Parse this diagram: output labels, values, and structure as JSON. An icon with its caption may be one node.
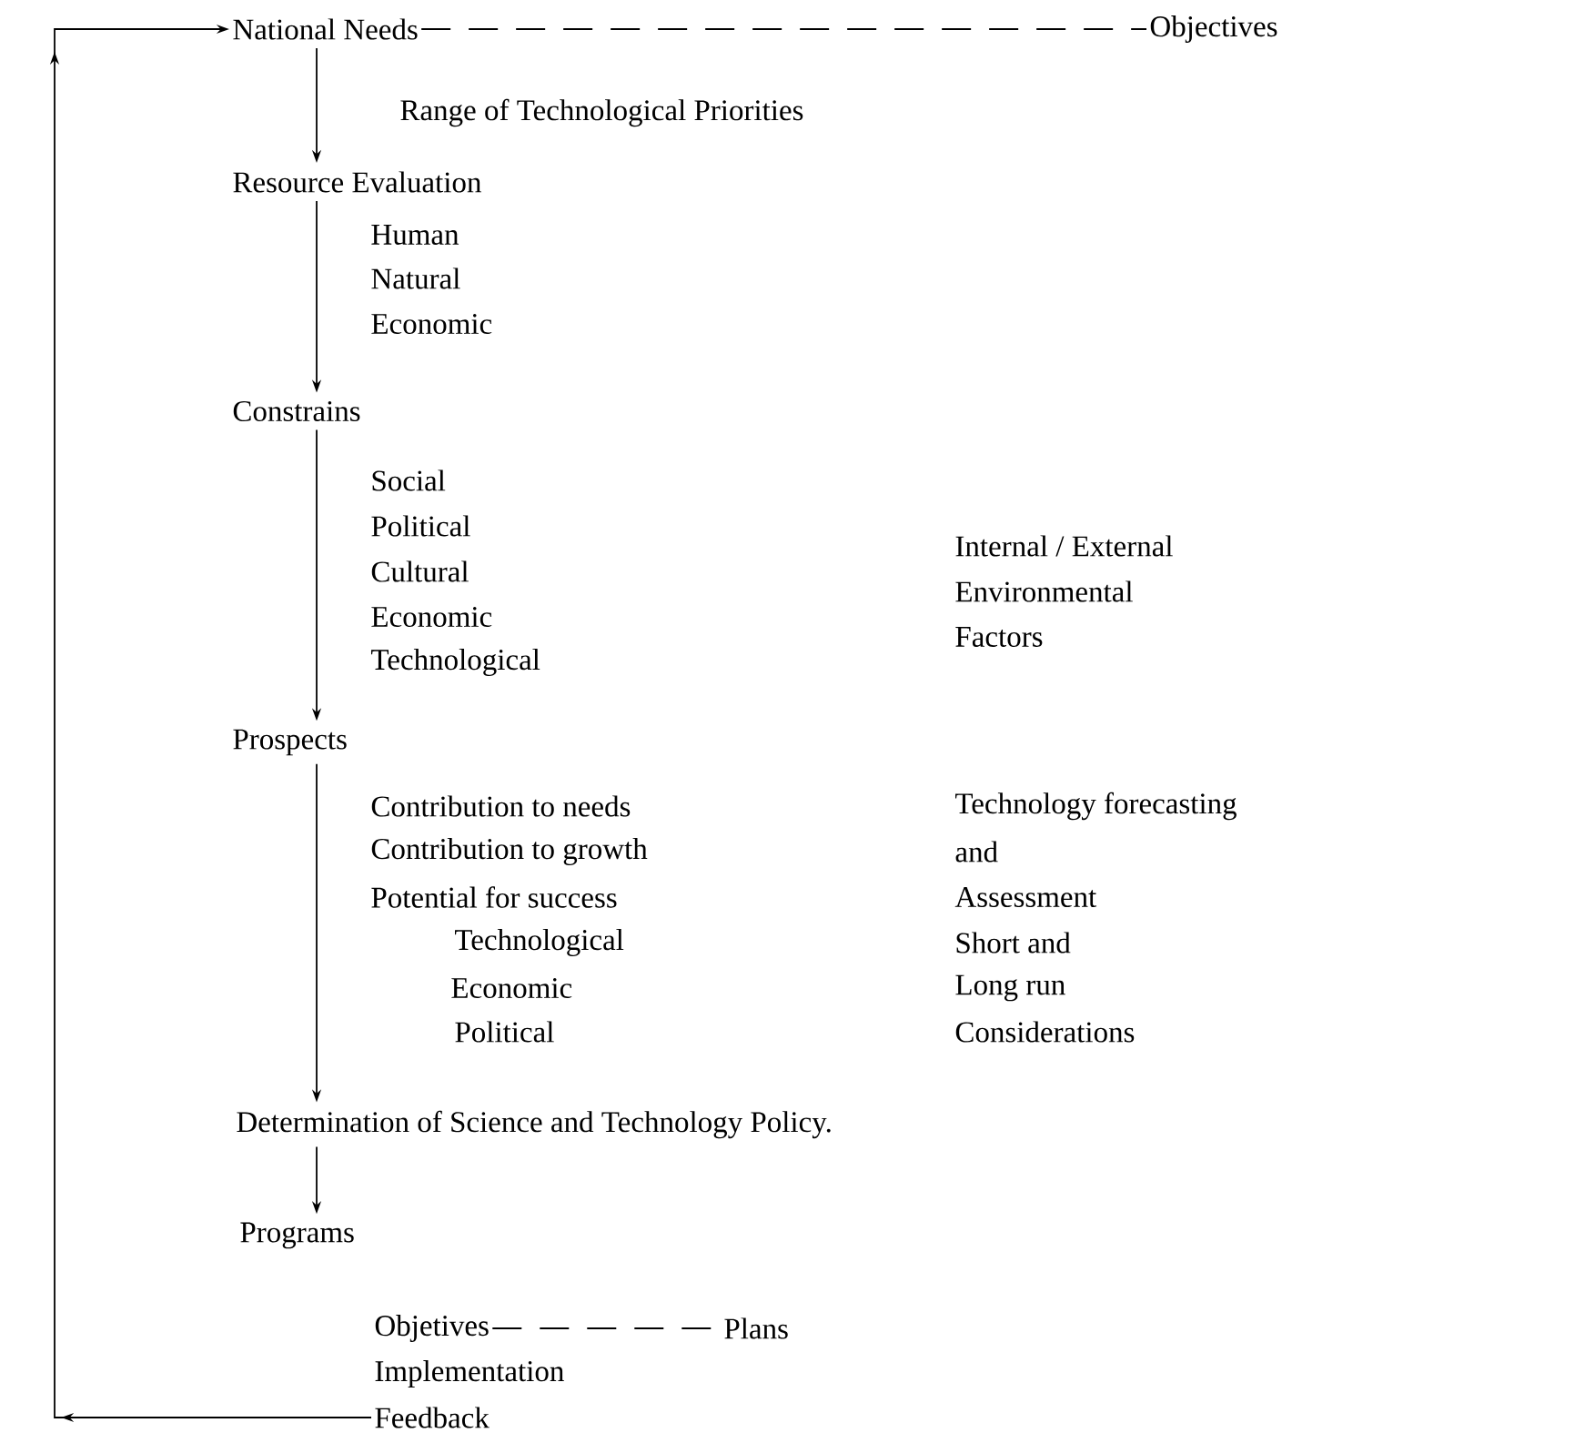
{
  "diagram": {
    "nodes": [
      {
        "text": [
          "National Needs"
        ]
      },
      {
        "text": [
          "Objectives"
        ]
      },
      {
        "text": [
          "Resource Evaluation"
        ]
      },
      {
        "text": [
          "Constrains"
        ]
      },
      {
        "text": [
          "Prospects"
        ]
      },
      {
        "text": [
          "Determination of Science and Technology Policy."
        ]
      },
      {
        "text": [
          "Programs"
        ]
      },
      {
        "text": [
          "Objetives"
        ]
      },
      {
        "text": [
          "Plans"
        ]
      },
      {
        "text": [
          "Feedback"
        ]
      }
    ],
    "edges": [
      {
        "from": 0,
        "to": 1,
        "arrow": "none",
        "style": "dashed"
      },
      {
        "from": 0,
        "to": 2,
        "arrow": "to"
      },
      {
        "from": 2,
        "to": 3,
        "arrow": "to"
      },
      {
        "from": 3,
        "to": 4,
        "arrow": "to"
      },
      {
        "from": 4,
        "to": 5,
        "arrow": "to"
      },
      {
        "from": 5,
        "to": 6,
        "arrow": "to"
      },
      {
        "from": 7,
        "to": 8,
        "arrow": "none",
        "style": "dashed"
      },
      {
        "from": 9,
        "to": 0,
        "arrow": "to"
      }
    ],
    "labels": [
      "Range of Technological Priorities",
      "Human",
      "Natural",
      "Economic",
      "Social",
      "Political",
      "Cultural",
      "Economic",
      "Technological",
      "Internal / External",
      "Environmental",
      "Factors",
      "Contribution to needs",
      "Contribution to growth",
      "Potential for success",
      "Technological",
      "Economic",
      "Political",
      "Technology forecasting",
      "and",
      "Assessment",
      "Short and",
      "Long run",
      "Considerations",
      "Implementation"
    ]
  }
}
